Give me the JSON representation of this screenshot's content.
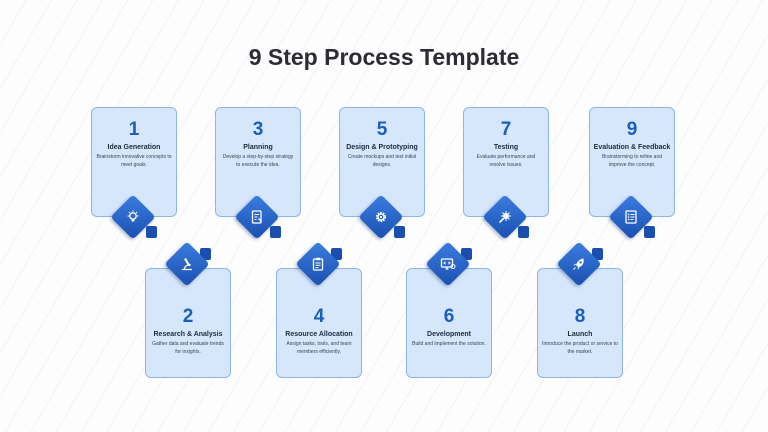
{
  "title": "9 Step Process Template",
  "steps": [
    {
      "number": "1",
      "label": "Idea Generation",
      "desc": "Brainstorm innovative concepts to meet goals.",
      "icon": "lightbulb-icon"
    },
    {
      "number": "2",
      "label": "Research & Analysis",
      "desc": "Gather data and evaluate trends for insights.",
      "icon": "microscope-icon"
    },
    {
      "number": "3",
      "label": "Planning",
      "desc": "Develop a step-by-step strategy to execute the idea.",
      "icon": "plan-document-icon"
    },
    {
      "number": "4",
      "label": "Resource Allocation",
      "desc": "Assign tasks, tools, and team members efficiently.",
      "icon": "clipboard-icon"
    },
    {
      "number": "5",
      "label": "Design & Prototyping",
      "desc": "Create mockups and test initial designs.",
      "icon": "gear-icon"
    },
    {
      "number": "6",
      "label": "Development",
      "desc": "Build and implement the solution.",
      "icon": "monitor-code-icon"
    },
    {
      "number": "7",
      "label": "Testing",
      "desc": "Evaluate performance and resolve issues.",
      "icon": "bug-test-icon"
    },
    {
      "number": "8",
      "label": "Launch",
      "desc": "Introduce the product or service to the market.",
      "icon": "rocket-icon"
    },
    {
      "number": "9",
      "label": "Evaluation & Feedback",
      "desc": "Brainstorming to refine and improve the concept.",
      "icon": "checklist-icon"
    }
  ],
  "colors": {
    "accent": "#1c5fb8",
    "card_fill": "#d6e6fb",
    "card_border": "#8db6e8",
    "diamond": "#1a4fb0"
  }
}
